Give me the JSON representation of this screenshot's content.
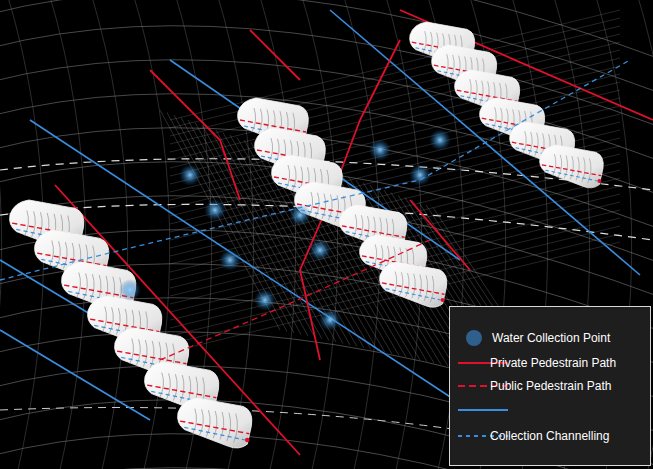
{
  "diagram": {
    "legend": [
      {
        "text": "Water Collection Point",
        "color": "#2f5f8c"
      },
      {
        "text": "Private Pedestrain Path"
      },
      {
        "text": "Public Pedestrain Path"
      },
      {
        "text": "Collection Channelling"
      }
    ]
  }
}
